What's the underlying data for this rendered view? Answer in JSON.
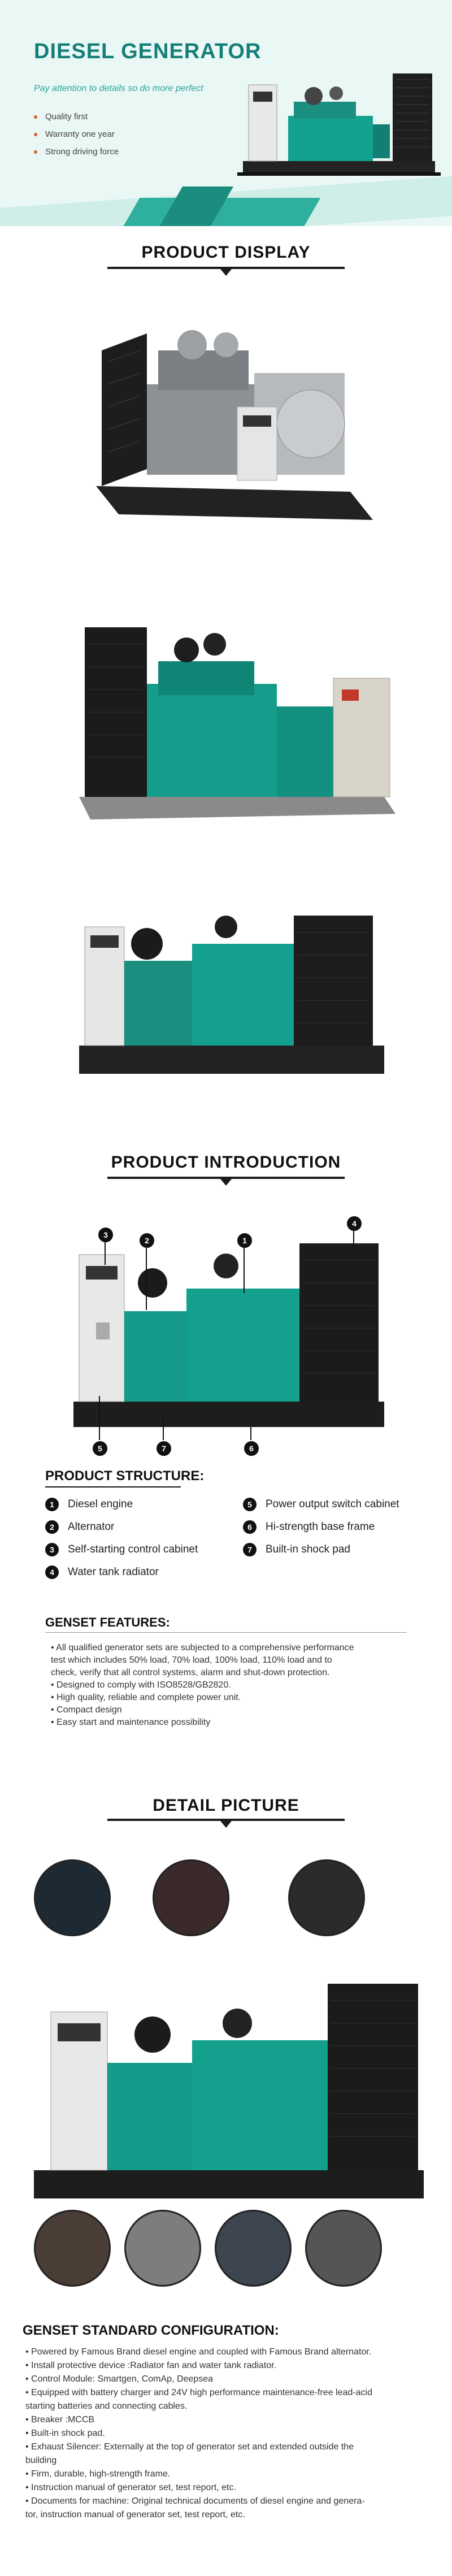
{
  "hero": {
    "title": "DIESEL GENERATOR",
    "subtitle": "Pay attention to details so do more perfect",
    "bullets": [
      "Quality first",
      "Warranty one year",
      "Strong driving force"
    ]
  },
  "sections": {
    "display": "PRODUCT DISPLAY",
    "intro": "PRODUCT INTRODUCTION",
    "detail": "DETAIL PICTURE"
  },
  "structure": {
    "title": "PRODUCT STRUCTURE:",
    "items": [
      {
        "num": "1",
        "label": "Diesel engine"
      },
      {
        "num": "2",
        "label": "Alternator"
      },
      {
        "num": "3",
        "label": "Self-starting control cabinet"
      },
      {
        "num": "4",
        "label": "Water tank radiator"
      },
      {
        "num": "5",
        "label": "Power output switch cabinet"
      },
      {
        "num": "6",
        "label": "Hi-strength base frame"
      },
      {
        "num": "7",
        "label": "Built-in shock pad"
      }
    ]
  },
  "intro_markers": [
    "3",
    "2",
    "1",
    "4",
    "5",
    "7",
    "6"
  ],
  "features": {
    "title": "GENSET FEATURES:",
    "lines": [
      "• All qualified generator sets are subjected to a comprehensive performance",
      "test which includes 50% load, 70% load, 100% load, 110% load and to",
      "check, verify that all control systems, alarm and shut-down protection.",
      "• Designed to comply with ISO8528/GB2820.",
      "• High quality, reliable and complete power unit.",
      "• Compact design",
      "• Easy start and maintenance possibility"
    ]
  },
  "config": {
    "title": "GENSET STANDARD CONFIGURATION:",
    "lines": [
      "• Powered by Famous Brand diesel engine and coupled with Famous Brand  alternator.",
      "• Install protective device :Radiator fan and water tank radiator.",
      "• Control Module: Smartgen, ComAp, Deepsea",
      "• Equipped with battery charger and 24V high performance maintenance-free lead-acid",
      "starting batteries and connecting cables.",
      "• Breaker :MCCB",
      "• Built-in shock pad.",
      "• Exhaust Silencer: Externally at the top of generator set and extended outside the",
      "building",
      "• Firm, durable, high-strength frame.",
      "• Instruction manual of generator set, test report, etc.",
      "• Documents for machine: Original technical documents of diesel engine and genera-",
      "tor, instruction manual of generator set, test report, etc."
    ]
  },
  "icons": {
    "hero_generator": "generator-icon",
    "bullet": "dot-icon"
  }
}
